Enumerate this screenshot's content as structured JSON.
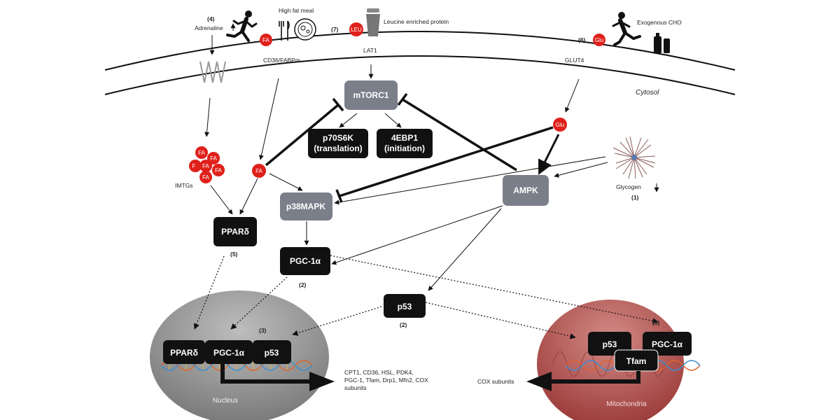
{
  "membrane": {
    "cd36_label": "CD36/FABPm",
    "lat1_label": "LAT1",
    "glut4_label": "GLUT4",
    "cytosol_label": "Cytosol"
  },
  "top_labels": {
    "adrenaline_number": "(4)",
    "adrenaline_label": "Adrenaline",
    "high_fat_meal": "High fat meal",
    "leucine_number": "(7)",
    "leucine_label": "Leucine enriched protein",
    "exogenous_cho": "Exogenous CHO",
    "glucose_number": "(6)"
  },
  "molecules": {
    "fa": "FA",
    "leu": "LEU",
    "glu": "Glu",
    "fa_partial": "F"
  },
  "nodes": {
    "mtorc1": "mTORC1",
    "p70s6k_line1": "p70S6K",
    "p70s6k_line2": "(translation)",
    "fourebp1_line1": "4EBP1",
    "fourebp1_line2": "(initiation)",
    "ampk": "AMPK",
    "p38mapk": "p38MAPK",
    "ppard": "PPARδ",
    "pgc1a": "PGC-1α",
    "p53": "p53",
    "tfam": "Tfam"
  },
  "annotations": {
    "imtgs": "IMTGs",
    "glycogen": "Glycogen",
    "glycogen_number": "(1)",
    "ppard_number": "(5)",
    "pgc1a_number": "(2)",
    "p53_number": "(2)",
    "nucleus_number": "(3)",
    "mito_number": "(3)"
  },
  "nucleus": {
    "label": "Nucleus",
    "targets_line1": "CPT1, CD36, HSL, PDK4,",
    "targets_line2": "PGC-1, Tfam, Drp1, Mfn2, COX",
    "targets_line3": "subunits"
  },
  "mitochondria": {
    "label": "Mitochondria",
    "targets": "COX subunits"
  },
  "colors": {
    "red_molecule": "#e0201b",
    "gray_node": "#7b7f8a",
    "black_node": "#111111",
    "nucleus_fill": "#8f8f8f",
    "mito_fill": "#b04a48"
  }
}
